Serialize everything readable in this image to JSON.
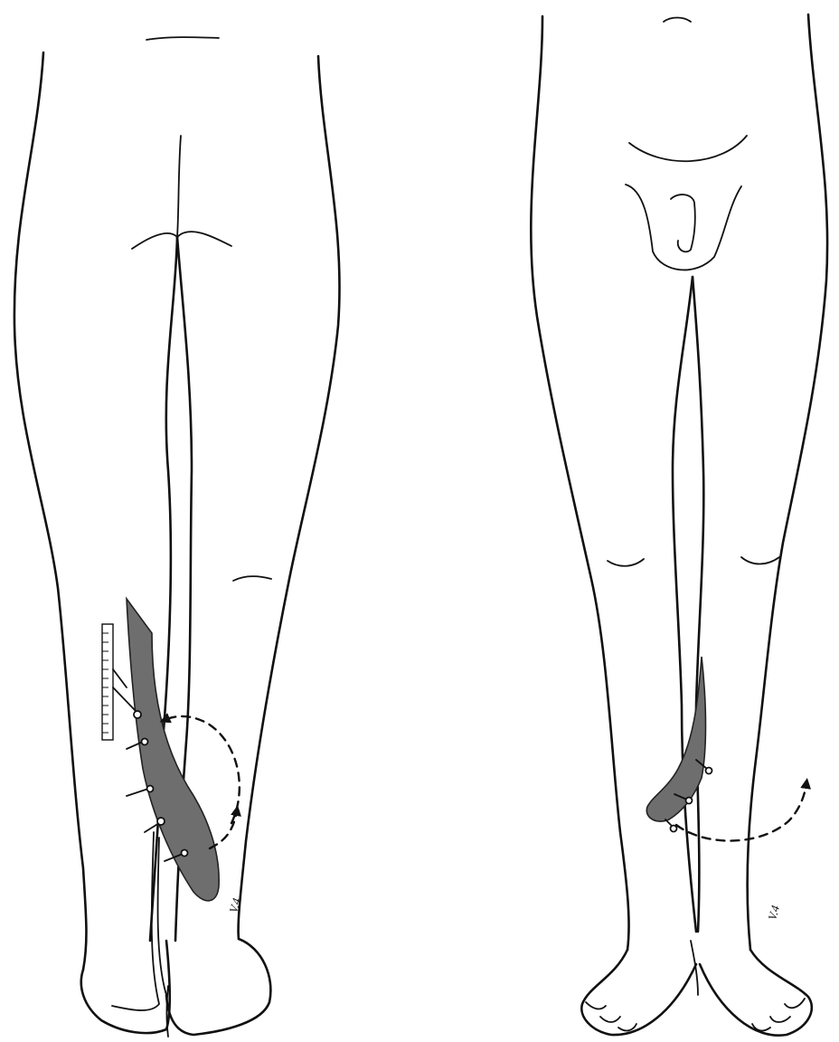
{
  "figure": {
    "panels": [
      {
        "view": "posterior",
        "signature": "V.4"
      },
      {
        "view": "anterior",
        "signature": "V.4"
      }
    ],
    "colors": {
      "line": "#111111",
      "flap_fill": "#6e6e6e",
      "background": "#ffffff"
    }
  }
}
